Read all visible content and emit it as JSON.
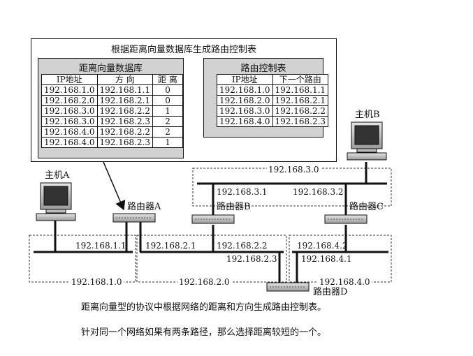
{
  "callout": {
    "title": "根据距离向量数据库生成路由控制表",
    "db": {
      "title": "距离向量数据库",
      "headers": [
        "IP地址",
        "方 向",
        "距 离"
      ],
      "rows": [
        [
          "192.168.1.0",
          "192.168.1.1",
          "0"
        ],
        [
          "192.168.2.0",
          "192.168.2.1",
          "0"
        ],
        [
          "192.168.3.0",
          "192.168.2.2",
          "1"
        ],
        [
          "192.168.3.0",
          "192.168.2.3",
          "2"
        ],
        [
          "192.168.4.0",
          "192.168.2.2",
          "2"
        ],
        [
          "192.168.4.0",
          "192.168.2.3",
          "1"
        ]
      ]
    },
    "rt": {
      "title": "路由控制表",
      "headers": [
        "IP地址",
        "下一个路由"
      ],
      "rows": [
        [
          "192.168.1.0",
          "192.168.1.1"
        ],
        [
          "192.168.2.0",
          "192.168.2.1"
        ],
        [
          "192.168.3.0",
          "192.168.2.2"
        ],
        [
          "192.168.4.0",
          "192.168.2.3"
        ]
      ]
    }
  },
  "hosts": {
    "a": "主机A",
    "b": "主机B"
  },
  "routers": {
    "a": "路由器A",
    "b": "路由器B",
    "c": "路由器C",
    "d": "路由器D"
  },
  "networks": {
    "n1": "192.168.1.0",
    "n2": "192.168.2.0",
    "n3": "192.168.3.0",
    "n4": "192.168.4.0"
  },
  "ifaces": {
    "a1": "192.168.1.1",
    "a2": "192.168.2.1",
    "b2": "192.168.2.2",
    "d2": "192.168.2.3",
    "b3": "192.168.3.1",
    "c3": "192.168.3.2",
    "c4": "192.168.4.2",
    "d4": "192.168.4.1"
  },
  "description": {
    "line1": "距离向量型的协议中根据网络的距离和方向生成路由控制表。",
    "line2": "针对同一个网络如果有两条路径，那么选择距离较短的一个。"
  },
  "colors": {
    "panel": "#d2d2d2",
    "line": "#111111"
  }
}
